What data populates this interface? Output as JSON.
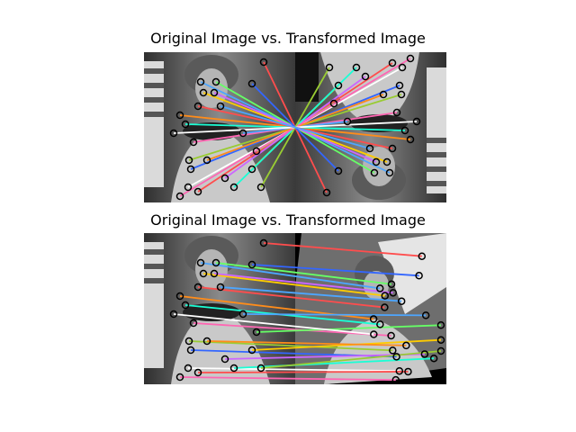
{
  "figures": [
    {
      "title": "Original Image vs. Transformed Image",
      "transform": "rotate-180"
    },
    {
      "title": "Original Image vs. Transformed Image",
      "transform": "rotate-scale"
    }
  ],
  "colors": {
    "background": "#ffffff",
    "match_palette": [
      "#ff4d4d",
      "#4da6ff",
      "#66ff66",
      "#ffcc00",
      "#cc66ff",
      "#ff8c1a",
      "#1affd5",
      "#ff66b3",
      "#99cc33",
      "#3366ff",
      "#ffffff"
    ]
  }
}
